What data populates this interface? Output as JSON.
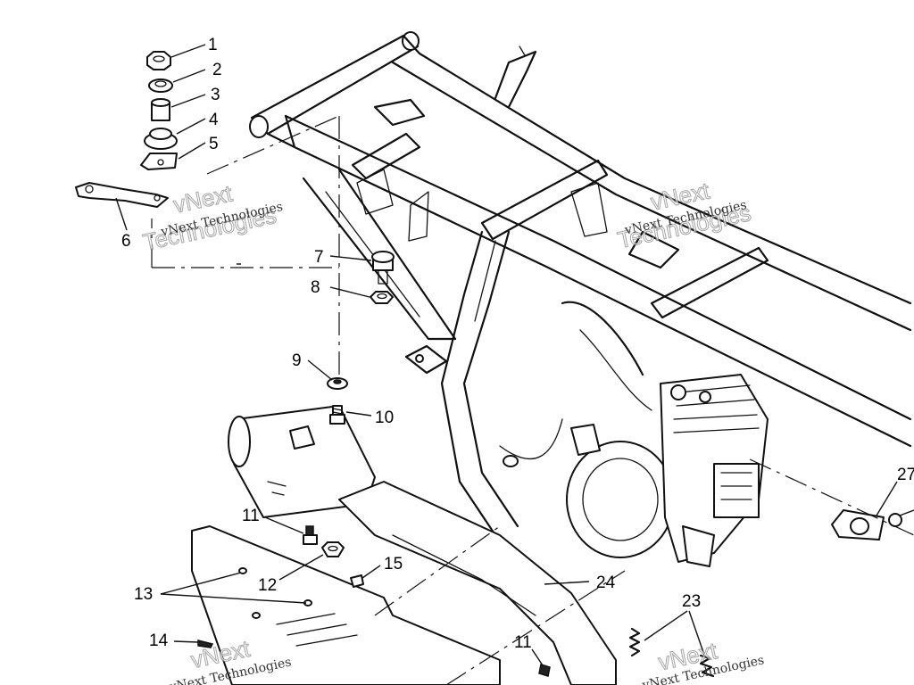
{
  "callouts": {
    "c1": "1",
    "c2": "2",
    "c3": "3",
    "c4": "4",
    "c5": "5",
    "c6": "6",
    "c7": "7",
    "c8": "8",
    "c9": "9",
    "c10": "10",
    "c11a": "11",
    "c11b": "11",
    "c12": "12",
    "c13": "13",
    "c14": "14",
    "c15": "15",
    "c23": "23",
    "c24": "24",
    "c27": "27"
  },
  "watermark": {
    "small": "vNext Technologies",
    "big_line1": "vNext",
    "big_line2": "Technologies"
  }
}
